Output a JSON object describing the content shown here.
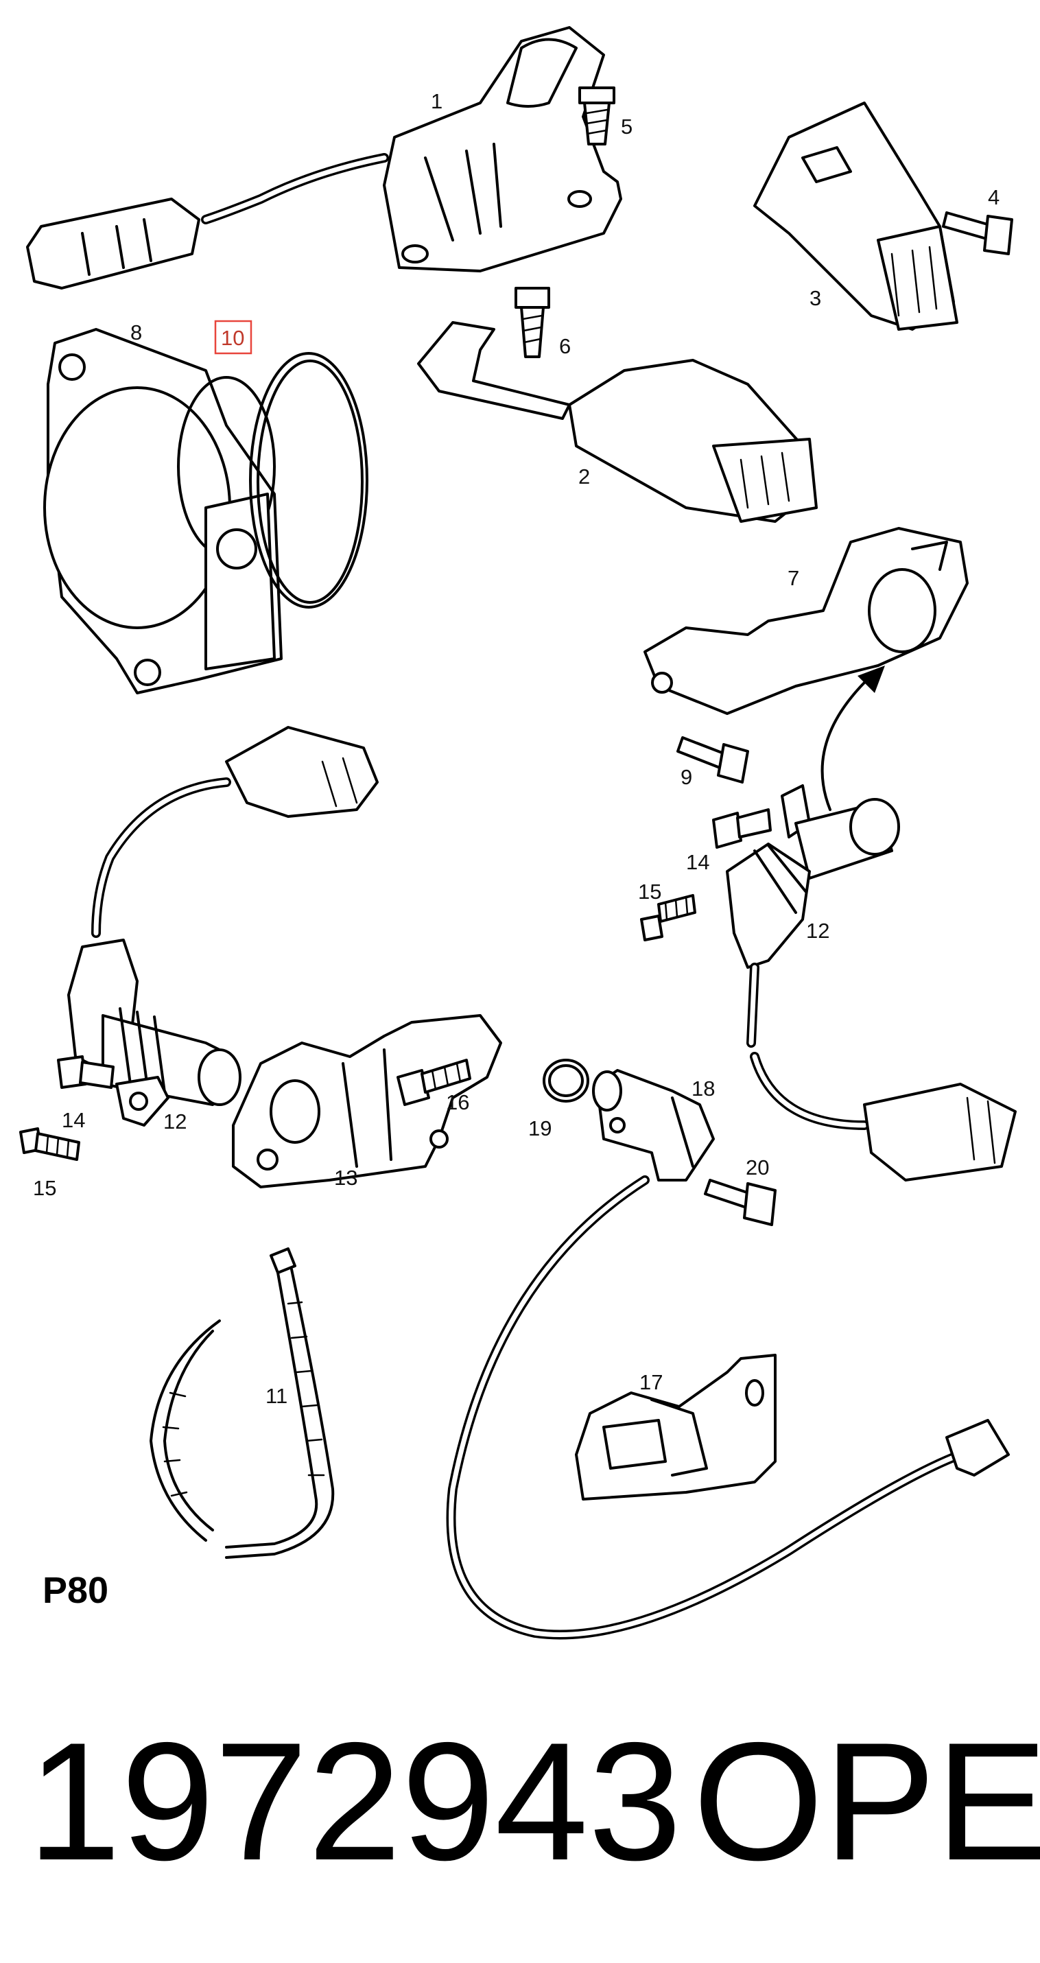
{
  "diagram": {
    "callouts": [
      {
        "id": "c1",
        "label": "1"
      },
      {
        "id": "c2",
        "label": "2"
      },
      {
        "id": "c3",
        "label": "3"
      },
      {
        "id": "c4",
        "label": "4"
      },
      {
        "id": "c5",
        "label": "5"
      },
      {
        "id": "c6",
        "label": "6"
      },
      {
        "id": "c7",
        "label": "7"
      },
      {
        "id": "c8",
        "label": "8"
      },
      {
        "id": "c9",
        "label": "9"
      },
      {
        "id": "c10",
        "label": "10",
        "highlighted": true
      },
      {
        "id": "c11",
        "label": "11"
      },
      {
        "id": "c12a",
        "label": "12"
      },
      {
        "id": "c12b",
        "label": "12"
      },
      {
        "id": "c13",
        "label": "13"
      },
      {
        "id": "c14a",
        "label": "14"
      },
      {
        "id": "c14b",
        "label": "14"
      },
      {
        "id": "c15a",
        "label": "15"
      },
      {
        "id": "c15b",
        "label": "15"
      },
      {
        "id": "c16",
        "label": "16"
      },
      {
        "id": "c17",
        "label": "17"
      },
      {
        "id": "c18",
        "label": "18"
      },
      {
        "id": "c19",
        "label": "19"
      },
      {
        "id": "c20",
        "label": "20"
      }
    ],
    "reference": "P80",
    "highlight_color": "#e8453c"
  },
  "footer": {
    "part_number": "1972943",
    "brand": "OPEL"
  }
}
